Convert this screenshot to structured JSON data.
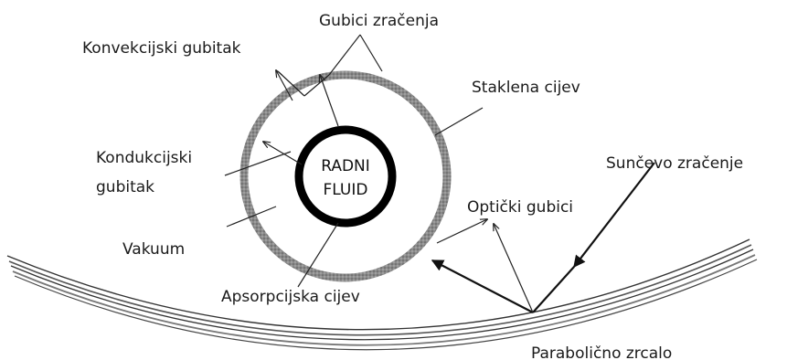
{
  "labels": {
    "radiation_losses": "Gubici zračenja",
    "convective_loss": "Konvekcijski gubitak",
    "glass_tube": "Staklena cijev",
    "solar_radiation": "Sunčevo zračenje",
    "conductive_loss_1": "Kondukcijski",
    "conductive_loss_2": "gubitak",
    "optical_losses": "Optički gubici",
    "vacuum": "Vakuum",
    "absorber_tube": "Apsorpcijska cijev",
    "parabolic_mirror": "Parabolično zrcalo",
    "working_fluid_1": "RADNI",
    "working_fluid_2": "FLUID"
  }
}
